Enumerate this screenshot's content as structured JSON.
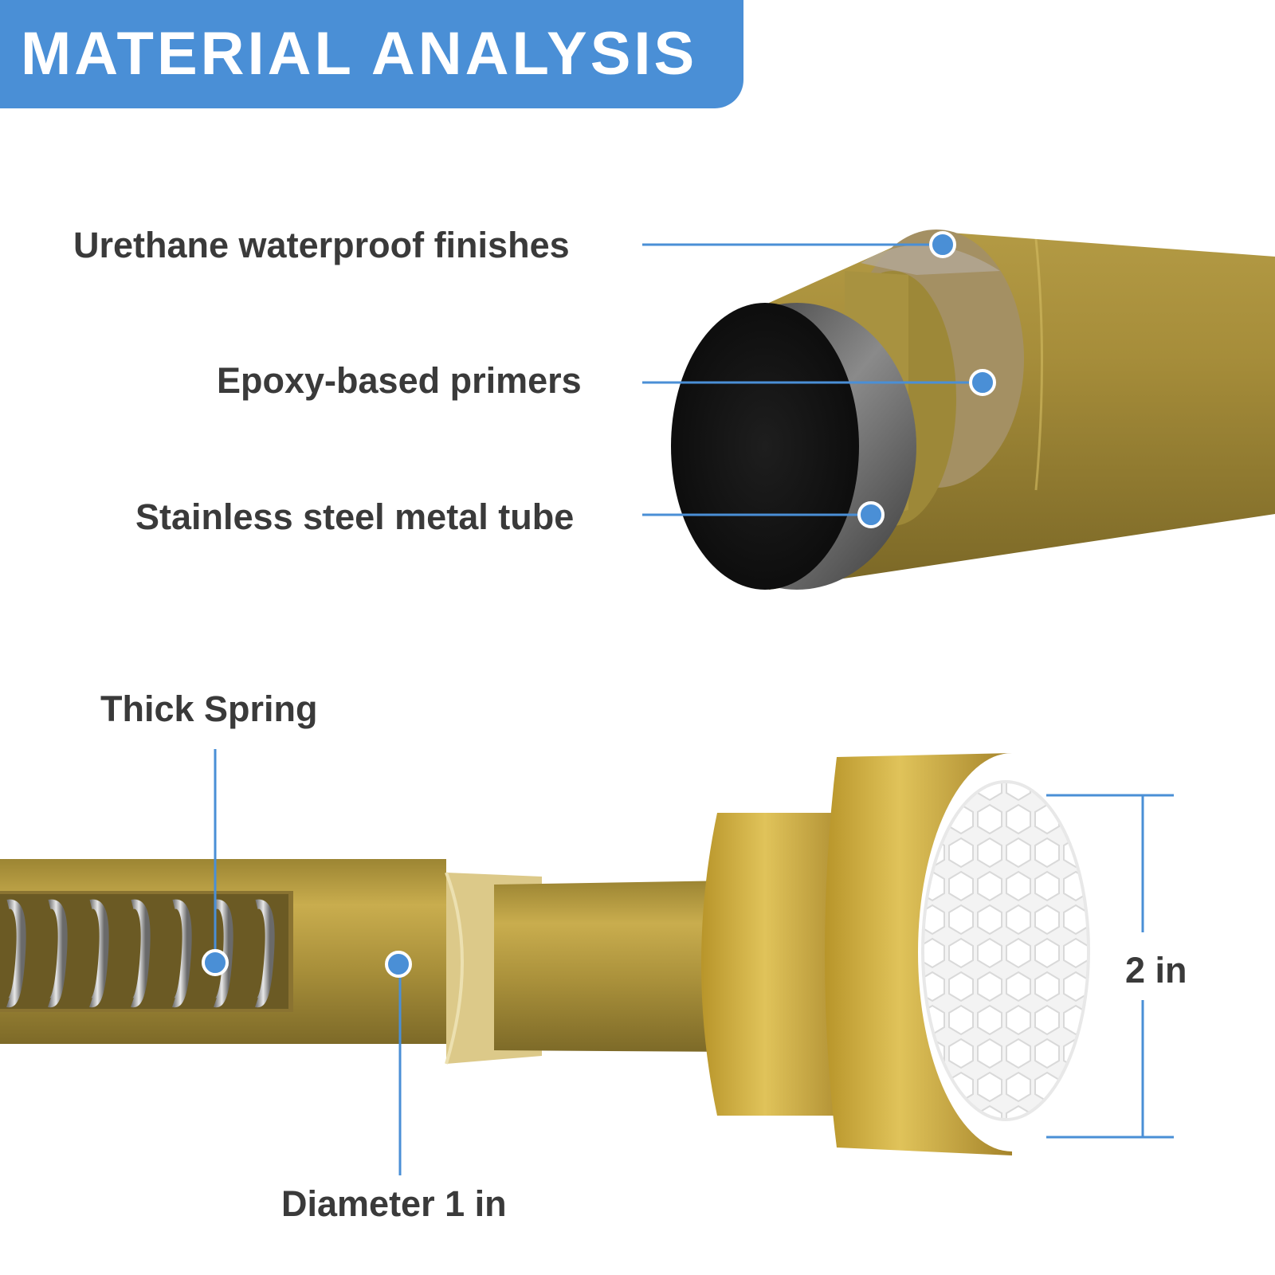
{
  "header": {
    "title": "MATERIAL ANALYSIS"
  },
  "callouts": {
    "urethane": "Urethane waterproof finishes",
    "epoxy": "Epoxy-based primers",
    "stainless": "Stainless steel metal tube",
    "spring": "Thick Spring",
    "diameter": "Diameter 1 in",
    "end_cap": "2 in"
  },
  "colors": {
    "accent_blue": "#4a8fd6",
    "gold": "#b59a3a",
    "text_dark": "#3a3a3a"
  }
}
